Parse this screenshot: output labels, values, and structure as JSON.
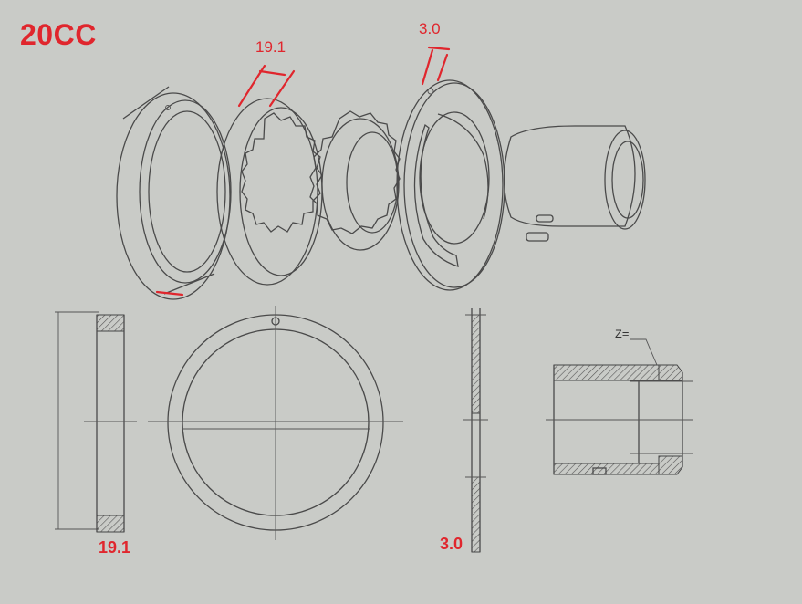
{
  "title": "20CC",
  "dimensions": {
    "ring_thickness_top": "19.1",
    "plate_thickness_top": "3.0",
    "ring_thickness_bottom": "19.1",
    "plate_thickness_bottom": "3.0"
  },
  "shaft_label": "Z=",
  "colors": {
    "annotation": "#e0262d",
    "paper": "#c9cbc7",
    "ink": "#4a4a4a"
  }
}
